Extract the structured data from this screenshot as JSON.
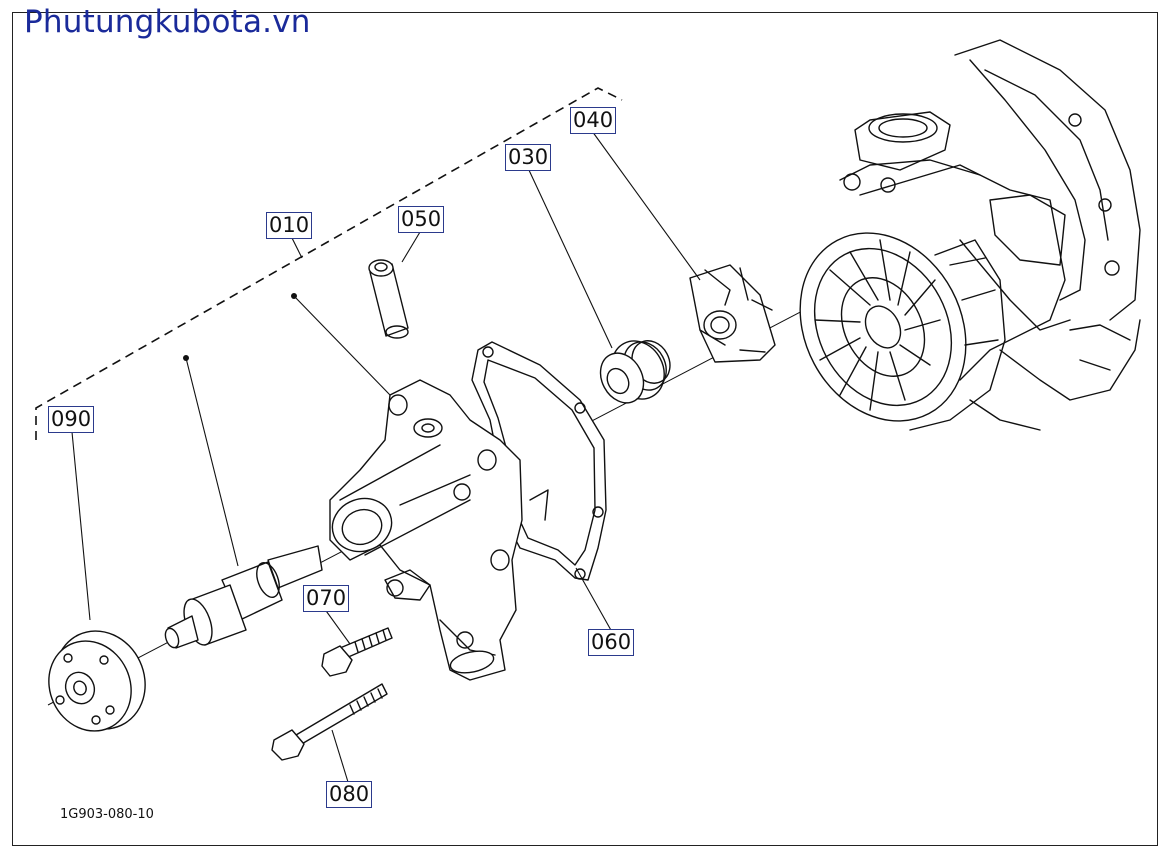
{
  "watermark": "Phutungkubota.vn",
  "drawing_code": "1G903-080-10",
  "callouts": {
    "p010": "010",
    "p030": "030",
    "p040": "040",
    "p050": "050",
    "p060": "060",
    "p070": "070",
    "p080": "080",
    "p090": "090"
  },
  "colors": {
    "watermark": "#1a2a9a",
    "callout_border": "#2b3a8c",
    "line": "#111111"
  }
}
